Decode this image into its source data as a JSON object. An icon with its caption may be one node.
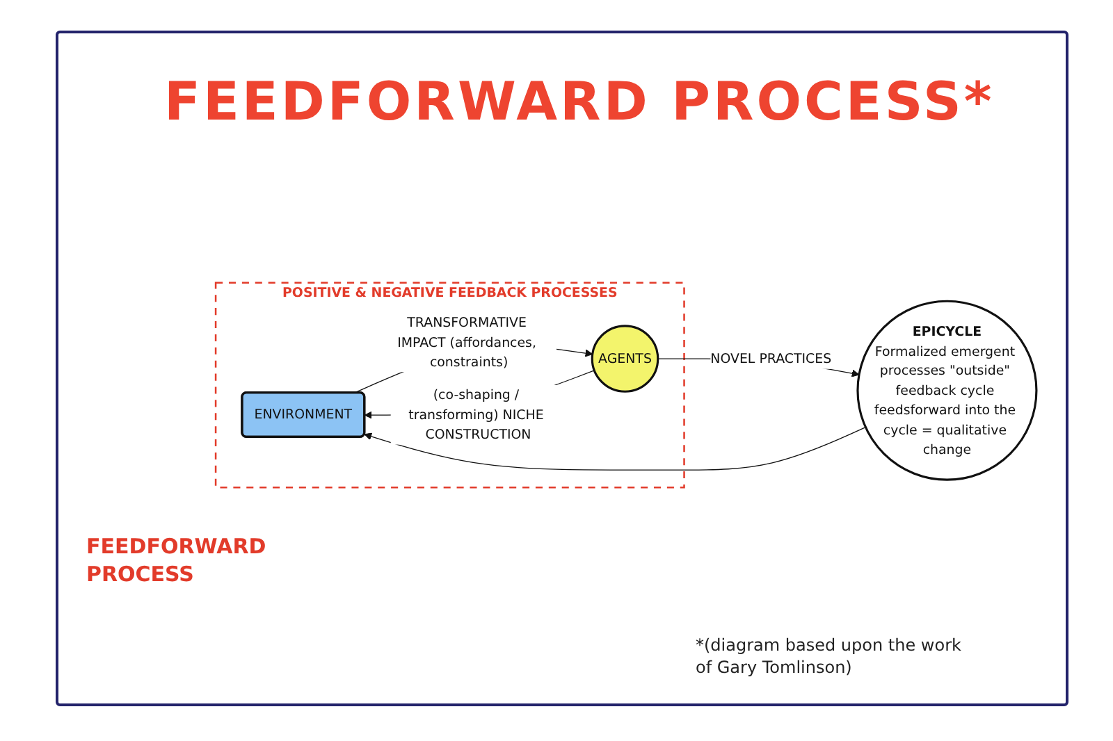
{
  "diagram": {
    "title": "FEEDFORWARD PROCESS*",
    "nodes": [
      {
        "text": [
          "POSITIVE & NEGATIVE FEEDBACK PROCESSES"
        ]
      },
      {
        "text": [
          "ENVIRONMENT"
        ],
        "in": 0
      },
      {
        "text": [
          "AGENTS"
        ],
        "in": 0
      },
      {
        "text": [
          "EPICYCLE",
          "Formalized emergent processes \"outside\" feedback cycle feedsforward into the cycle = qualitative change"
        ]
      }
    ],
    "edges": [
      {
        "from": 1,
        "to": 2,
        "arrow": "to",
        "label": "TRANSFORMATIVE IMPACT (affordances, constraints)"
      },
      {
        "from": 2,
        "to": 1,
        "arrow": "to",
        "label": "(co-shaping / transforming) NICHE CONSTRUCTION"
      },
      {
        "from": 2,
        "to": 3,
        "arrow": "to",
        "label": "NOVEL PRACTICES"
      },
      {
        "from": 3,
        "to": 1,
        "arrow": "to"
      }
    ],
    "labels": [
      "FEEDFORWARD PROCESS",
      "*(diagram based upon the work of Gary Tomlinson)"
    ]
  }
}
